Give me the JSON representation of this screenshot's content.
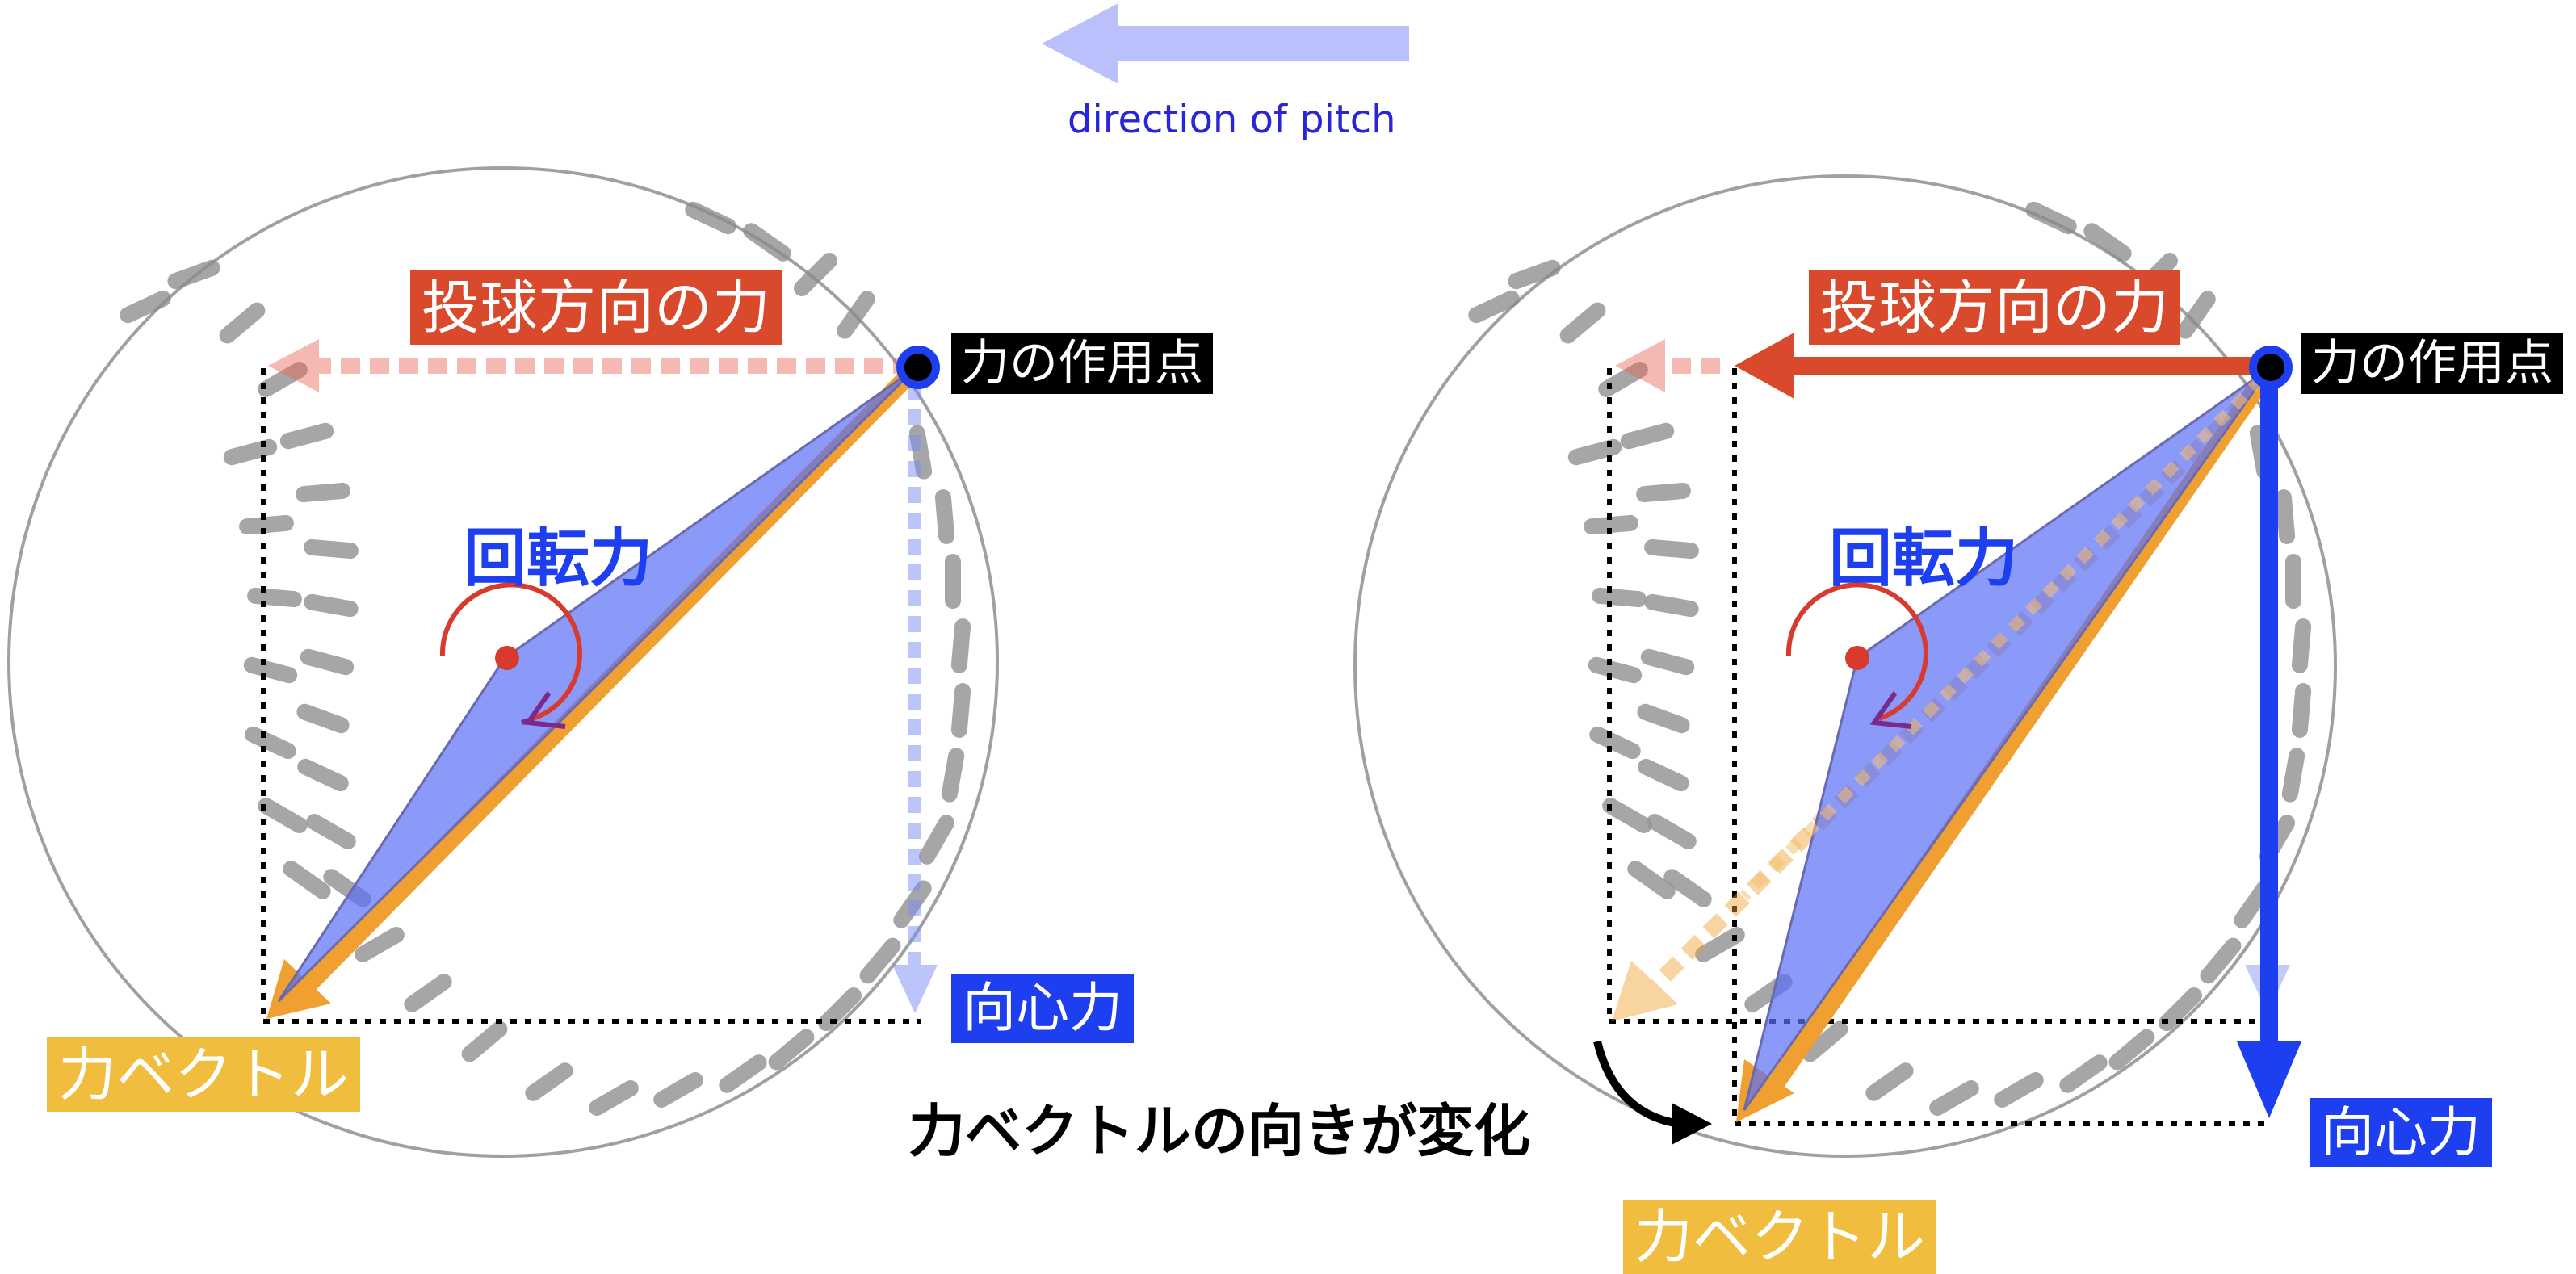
{
  "header": {
    "direction_label": "direction of pitch"
  },
  "left_panel": {
    "pitch_force_label": "投球方向の力",
    "point_of_action_label": "力の作用点",
    "rotation_label": "回転力",
    "centripetal_label": "向心力",
    "force_vector_label": "力ベクトル"
  },
  "right_panel": {
    "pitch_force_label": "投球方向の力",
    "point_of_action_label": "力の作用点",
    "rotation_label": "回転力",
    "centripetal_label": "向心力",
    "force_vector_label": "力ベクトル",
    "change_label": "力ベクトルの向きが変化"
  },
  "colors": {
    "pitch_force": "#d94a2c",
    "centripetal": "#1e3ff0",
    "force_vector": "#f0a030",
    "rotation_fill": "#5a6ef5",
    "label_yellow": "#f0bd3e",
    "arrow_light_blue": "#b4bcf8"
  }
}
